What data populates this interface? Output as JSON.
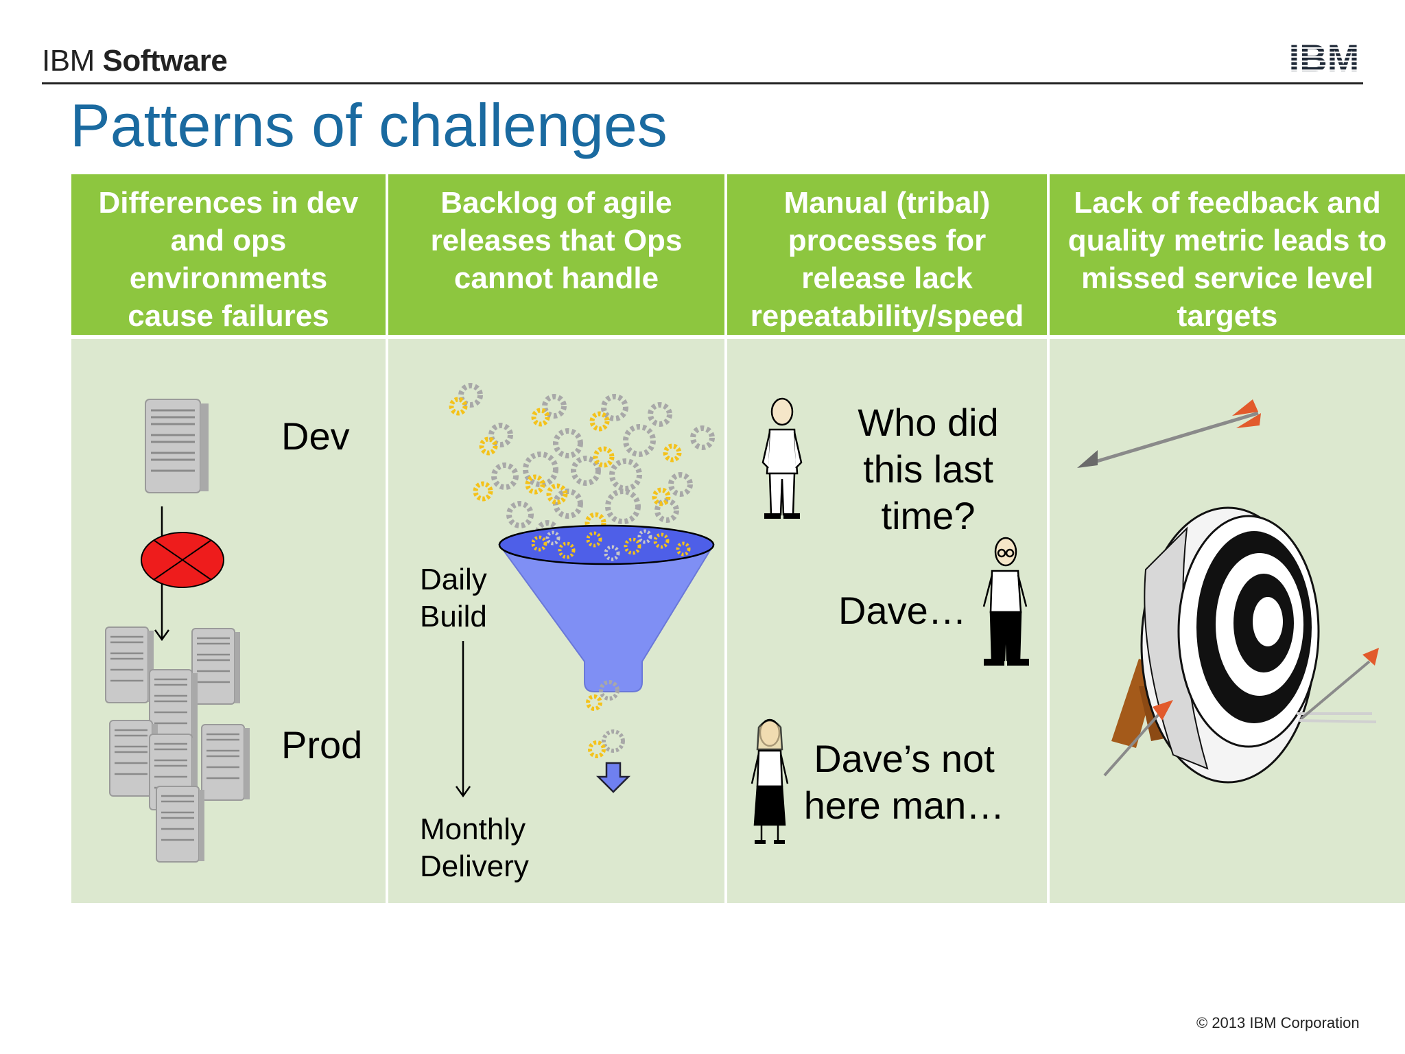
{
  "header": {
    "brand_ibm": "IBM",
    "brand_software": "Software",
    "logo": "IBM"
  },
  "title": "Patterns of challenges",
  "columns": [
    {
      "heading": "Differences in dev and ops environments cause failures",
      "labels": {
        "dev": "Dev",
        "prod": "Prod"
      }
    },
    {
      "heading": "Backlog of agile releases that Ops cannot handle",
      "labels": {
        "daily_build": "Daily Build",
        "monthly_delivery": "Monthly Delivery"
      }
    },
    {
      "heading": "Manual (tribal) processes for release lack repeatability/speed",
      "labels": {
        "question": "Who did this last time?",
        "answer": "Dave…",
        "reply": "Dave’s not here man…"
      }
    },
    {
      "heading": "Lack of feedback and quality metric leads to missed service level targets"
    }
  ],
  "footer": {
    "copyright": "© 2013 IBM Corporation"
  },
  "colors": {
    "header_green": "#8dc63f",
    "body_green": "#dce8cf",
    "title_blue": "#1a6aa0",
    "funnel_blue": "#7f8ff4",
    "stop_red": "#ee1c1c"
  }
}
